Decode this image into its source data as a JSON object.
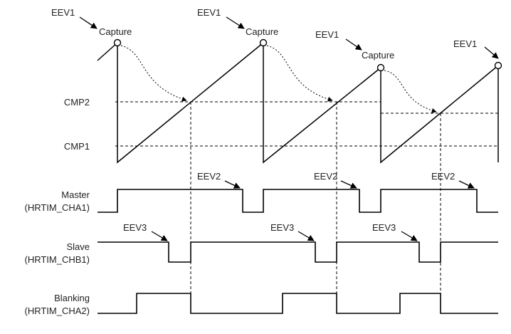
{
  "signals": {
    "cmp2": "CMP2",
    "cmp1": "CMP1",
    "master": "Master",
    "master_sub": "(HRTIM_CHA1)",
    "slave": "Slave",
    "slave_sub": "(HRTIM_CHB1)",
    "blanking": "Blanking",
    "blanking_sub": "(HRTIM_CHA2)"
  },
  "events": {
    "eev1": "EEV1",
    "eev2": "EEV2",
    "eev3": "EEV3",
    "capture": "Capture"
  },
  "colors": {
    "line": "#000000",
    "text": "#222222",
    "background": "#ffffff"
  }
}
